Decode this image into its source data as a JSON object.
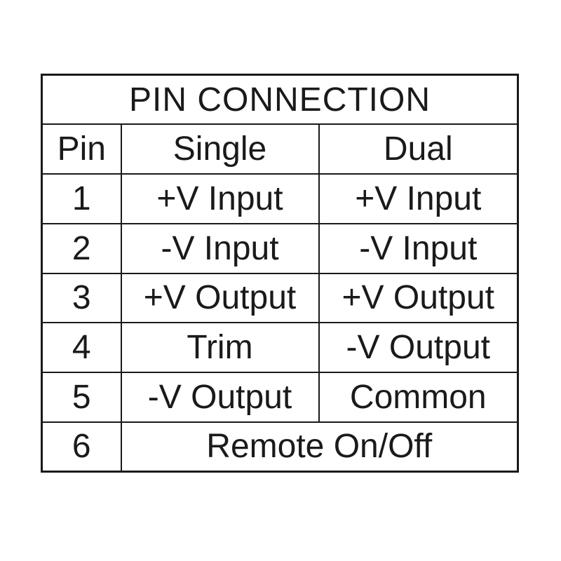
{
  "table": {
    "title": "PIN CONNECTION",
    "columns": [
      "Pin",
      "Single",
      "Dual"
    ],
    "rows": [
      {
        "pin": "1",
        "single": "+V Input",
        "dual": "+V Input"
      },
      {
        "pin": "2",
        "single": "-V Input",
        "dual": "-V Input"
      },
      {
        "pin": "3",
        "single": "+V Output",
        "dual": "+V Output"
      },
      {
        "pin": "4",
        "single": "Trim",
        "dual": "-V Output"
      },
      {
        "pin": "5",
        "single": "-V Output",
        "dual": "Common"
      },
      {
        "pin": "6",
        "merged": "Remote On/Off"
      }
    ],
    "colors": {
      "border": "#1a1a1a",
      "text": "#1a1a1a",
      "background": "#ffffff"
    }
  }
}
